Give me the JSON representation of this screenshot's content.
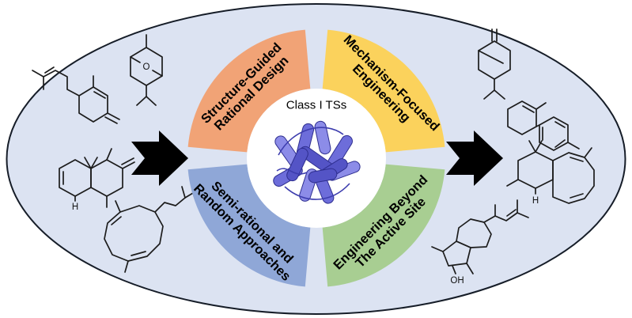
{
  "figure": {
    "title_center": "Class I TSs",
    "quadrants": [
      {
        "name": "structure-guided-rational-design",
        "line1": "Structure-Guided",
        "line2": "Rational Design",
        "color": "#F1A376"
      },
      {
        "name": "mechanism-focused-engineering",
        "line1": "Mechanism-Focused",
        "line2": "Engineering",
        "color": "#FBD25C"
      },
      {
        "name": "semi-rational-random-approaches",
        "line1": "Semi-rational and",
        "line2": "Random Approaches",
        "color": "#8FA7D7"
      },
      {
        "name": "engineering-beyond-active-site",
        "line1": "Engineering Beyond",
        "line2": "The Active Site",
        "color": "#A8CE92"
      }
    ],
    "atom_labels": {
      "bridge_oxygen": "O",
      "stereo_hydrogen_left": "H",
      "stereo_hydrogen_right": "H",
      "hydroxyl": "OH"
    },
    "colors": {
      "ellipse_fill": "#DCE3F2",
      "ellipse_stroke": "#161D28",
      "arrow": "#000000",
      "inner_circle": "#FFFFFF",
      "protein_light": "#8C8CE8",
      "protein_mid": "#6D6DDA",
      "protein_dark": "#5454C6",
      "protein_outline": "#2E2E8F",
      "protein_coil": "#3D3DAE"
    }
  }
}
